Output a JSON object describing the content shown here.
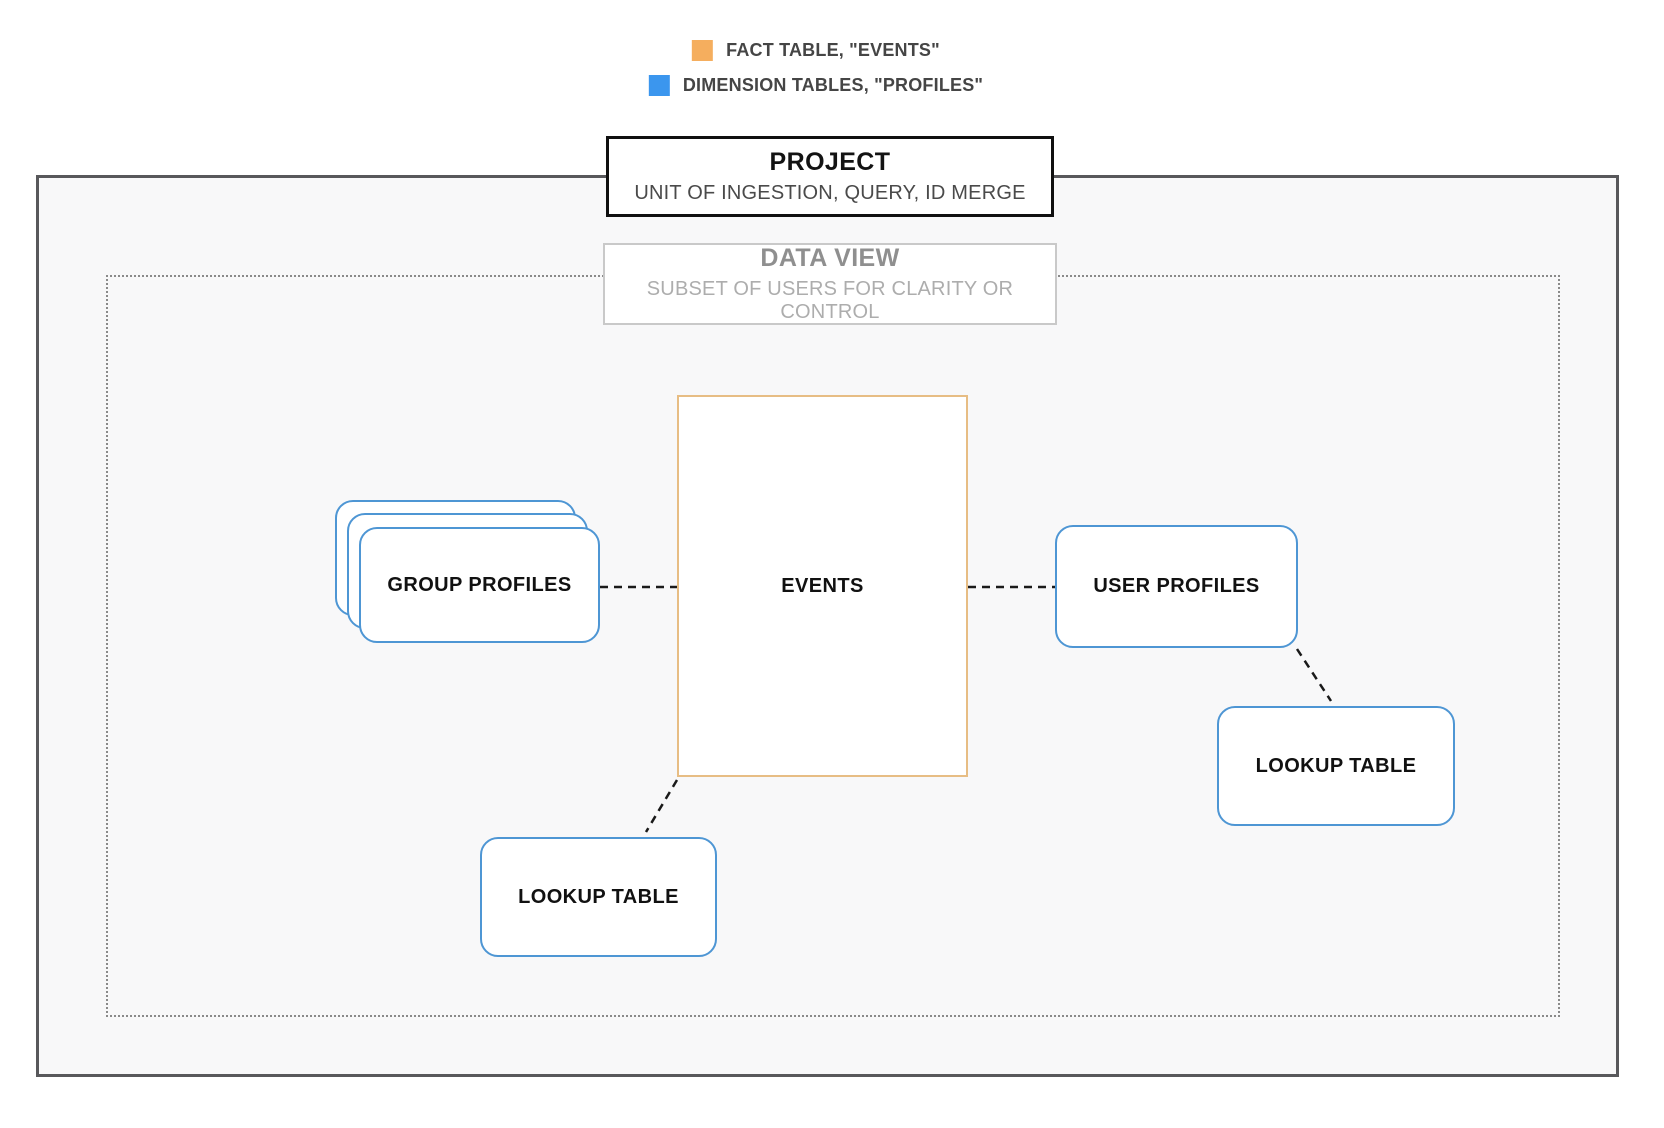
{
  "legend": {
    "items": [
      {
        "id": "fact-table",
        "label": "FACT TABLE, \"EVENTS\"",
        "swatch_color": "#F5AE5E"
      },
      {
        "id": "dimension-tables",
        "label": "DIMENSION TABLES, \"PROFILES\"",
        "swatch_color": "#3B96EE"
      }
    ]
  },
  "project": {
    "title": "PROJECT",
    "subtitle": "UNIT OF INGESTION, QUERY, ID MERGE"
  },
  "data_view": {
    "title": "DATA VIEW",
    "subtitle": "SUBSET OF USERS FOR CLARITY OR CONTROL"
  },
  "nodes": {
    "events": {
      "label": "EVENTS"
    },
    "group_profiles": {
      "label": "GROUP PROFILES"
    },
    "user_profiles": {
      "label": "USER PROFILES"
    },
    "lookup_right": {
      "label": "LOOKUP TABLE"
    },
    "lookup_bottom": {
      "label": "LOOKUP TABLE"
    }
  },
  "colors": {
    "fact_accent": "#F5AE5E",
    "dimension_accent": "#3B96EE",
    "fact_node_border": "#E7BD84",
    "dimension_node_border": "#4E96D4",
    "project_boundary_border": "#58585B",
    "data_view_boundary_border": "#8A8A8A",
    "connector": "#1A1A1A"
  }
}
